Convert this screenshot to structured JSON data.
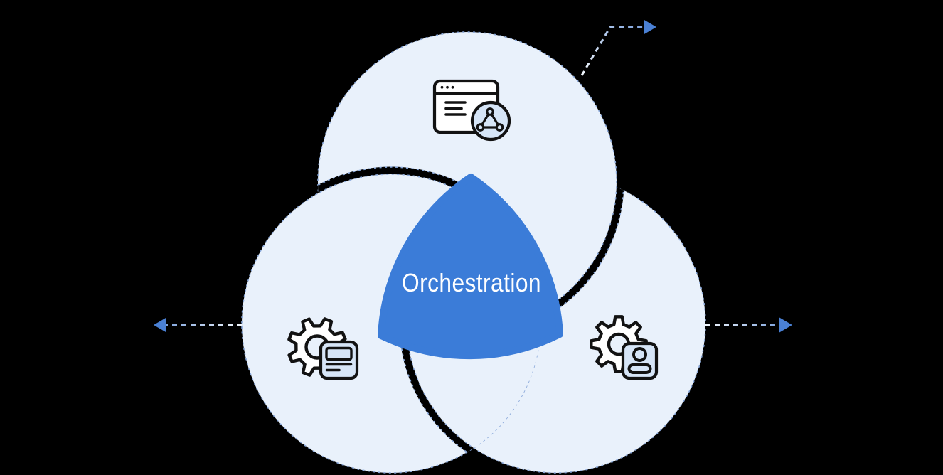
{
  "diagram": {
    "title": "Orchestration",
    "nodes": [
      {
        "id": "top",
        "icon": "browser-api-icon"
      },
      {
        "id": "bottom-left",
        "icon": "gear-document-icon"
      },
      {
        "id": "bottom-right",
        "icon": "gear-user-icon"
      }
    ],
    "arrows": [
      {
        "id": "top-right",
        "direction": "up-right"
      },
      {
        "id": "left",
        "direction": "left"
      },
      {
        "id": "right",
        "direction": "right"
      }
    ],
    "colors": {
      "background": "#000000",
      "circle_fill": "#E9F1FB",
      "circle_dash": "#8BA9DA",
      "center_shape": "#3B7CD8",
      "center_text": "#FFFFFF",
      "arrow_head": "#4A80D4",
      "arrow_dash_start": "#F2F7FD",
      "arrow_dash_end": "#7FA3DC",
      "icon_stroke": "#121212",
      "icon_fill": "#FFFFFF",
      "icon_accent_fill": "#D6E5F7"
    }
  }
}
